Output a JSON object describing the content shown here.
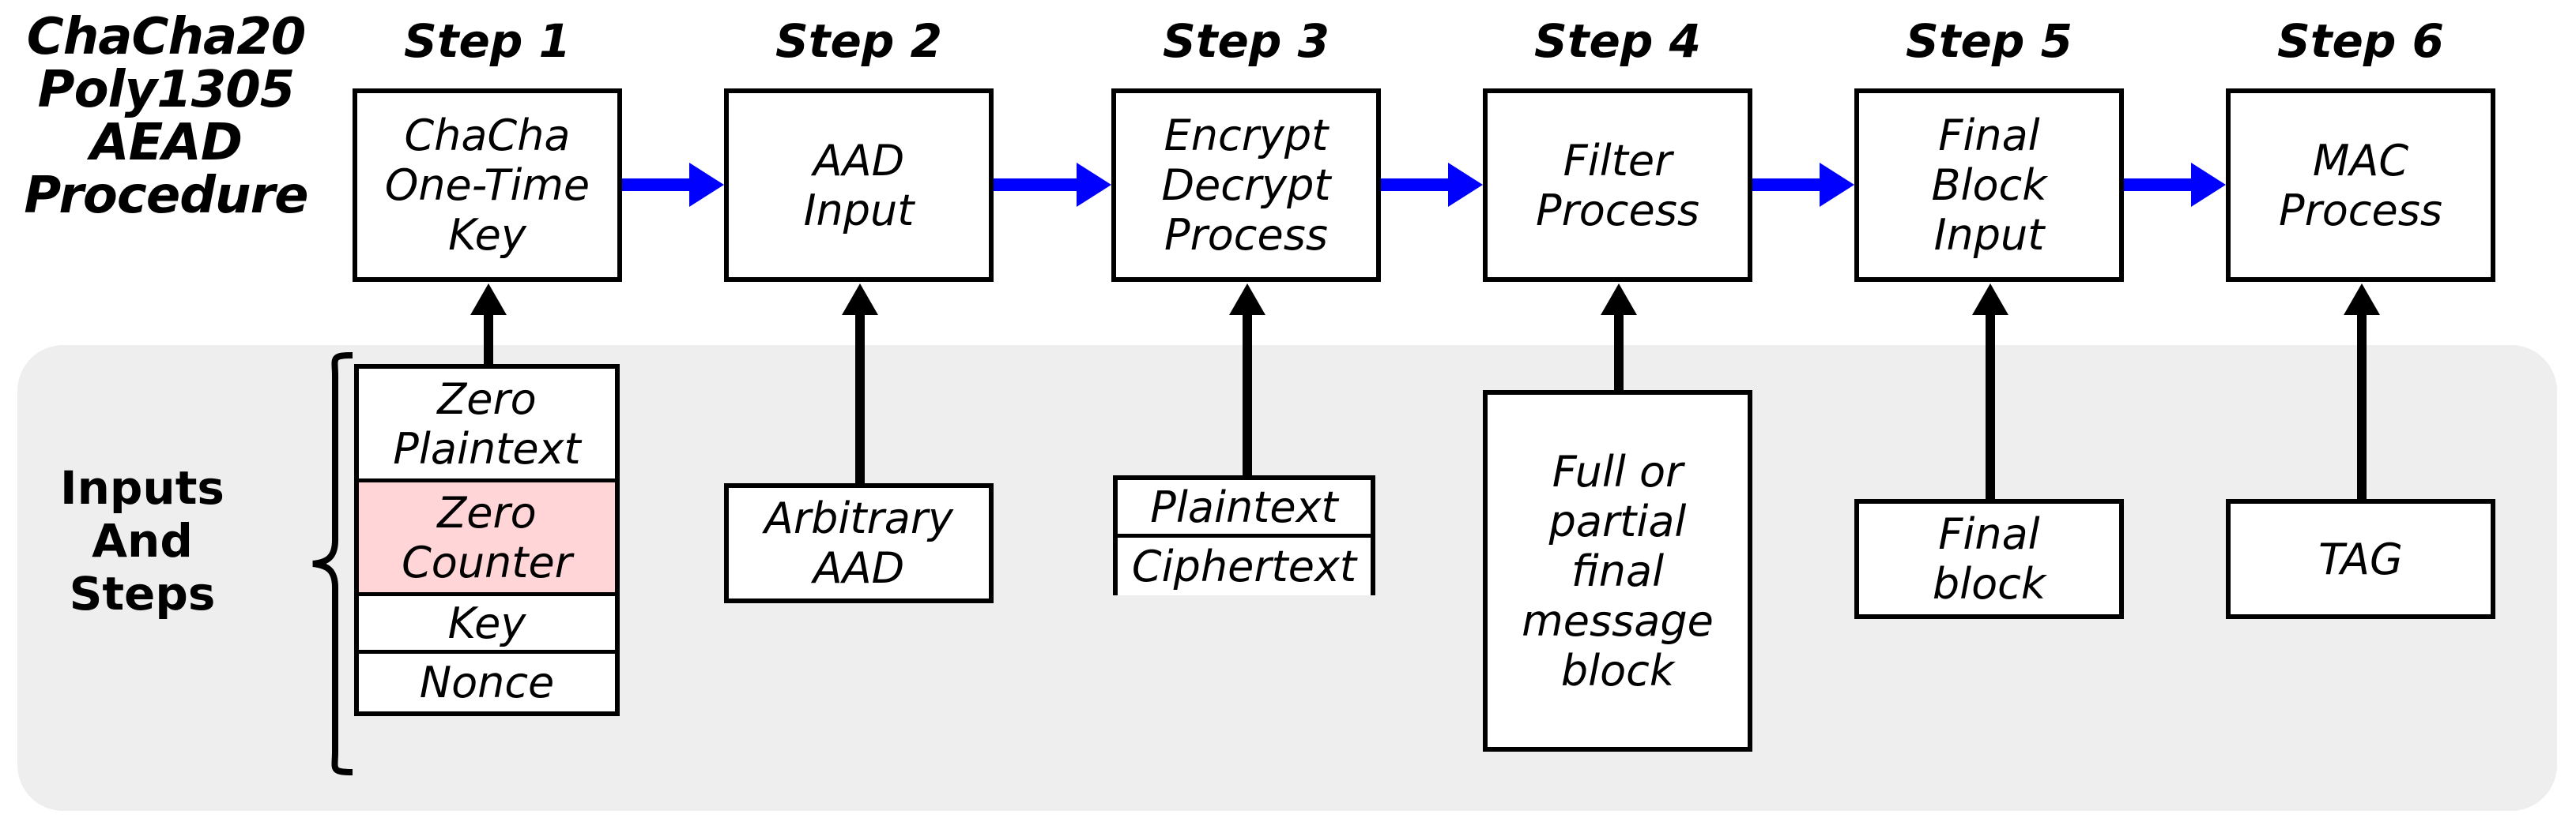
{
  "diagram": {
    "title_lines": [
      "ChaCha20",
      "Poly1305",
      "AEAD",
      "Procedure"
    ],
    "inputs_label_lines": [
      "Inputs",
      "And",
      "Steps"
    ],
    "colors": {
      "flow_arrow": "#0000ff",
      "input_arrow": "#000000",
      "panel_background": "#eeeeee",
      "highlight_cell": "#ffd5d7",
      "box_border": "#000000",
      "box_fill": "#ffffff"
    },
    "steps": [
      {
        "label": "Step 1",
        "box_lines": [
          "ChaCha",
          "One-Time",
          "Key"
        ]
      },
      {
        "label": "Step 2",
        "box_lines": [
          "AAD",
          "Input"
        ]
      },
      {
        "label": "Step 3",
        "box_lines": [
          "Encrypt",
          "Decrypt",
          "Process"
        ]
      },
      {
        "label": "Step 4",
        "box_lines": [
          "Filter",
          "Process"
        ]
      },
      {
        "label": "Step 5",
        "box_lines": [
          "Final",
          "Block",
          "Input"
        ]
      },
      {
        "label": "Step 6",
        "box_lines": [
          "MAC",
          "Process"
        ]
      }
    ],
    "inputs": [
      {
        "kind": "stack",
        "for_step": "Step 1",
        "cells": [
          {
            "lines": [
              "Zero",
              "Plaintext"
            ],
            "highlighted": false
          },
          {
            "lines": [
              "Zero",
              "Counter"
            ],
            "highlighted": true
          },
          {
            "lines": [
              "Key"
            ],
            "highlighted": false
          },
          {
            "lines": [
              "Nonce"
            ],
            "highlighted": false
          }
        ]
      },
      {
        "kind": "box",
        "for_step": "Step 2",
        "lines": [
          "Arbitrary",
          "AAD"
        ]
      },
      {
        "kind": "stack",
        "for_step": "Step 3",
        "cells": [
          {
            "lines": [
              "Plaintext"
            ],
            "highlighted": false
          },
          {
            "lines": [
              "Ciphertext"
            ],
            "highlighted": false
          }
        ]
      },
      {
        "kind": "box",
        "for_step": "Step 4",
        "lines": [
          "Full or",
          "partial",
          "final",
          "message",
          "block"
        ]
      },
      {
        "kind": "box",
        "for_step": "Step 5",
        "lines": [
          "Final",
          "block"
        ]
      },
      {
        "kind": "box",
        "for_step": "Step 6",
        "lines": [
          "TAG"
        ]
      }
    ],
    "flow": {
      "direction": "left-to-right",
      "connections": [
        "Step 1 -> Step 2",
        "Step 2 -> Step 3",
        "Step 3 -> Step 4",
        "Step 4 -> Step 5",
        "Step 5 -> Step 6"
      ]
    }
  }
}
